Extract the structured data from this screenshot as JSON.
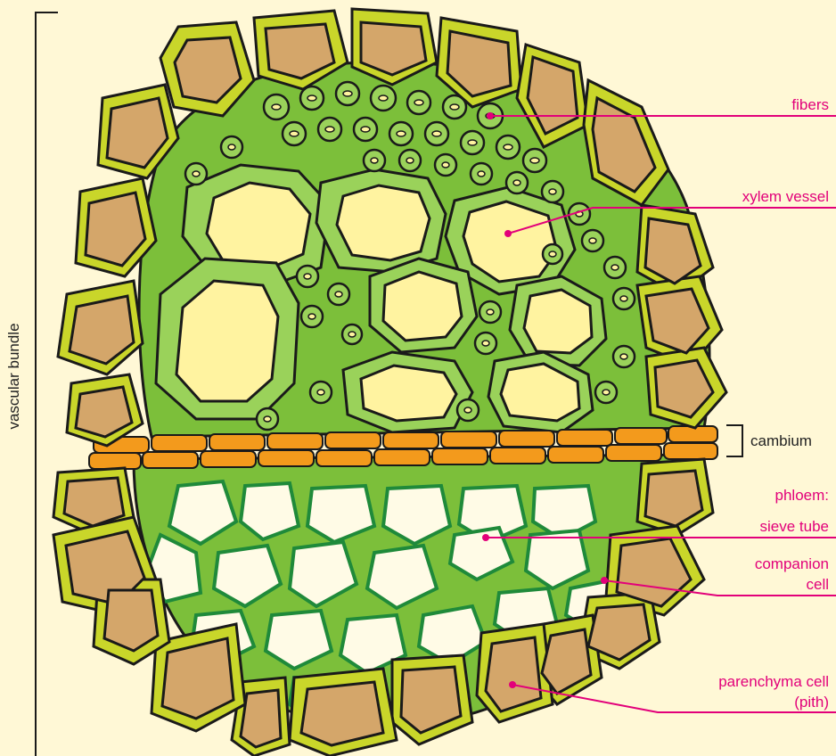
{
  "diagram": {
    "side_label": "vascular bundle",
    "labels": {
      "fibers": "fibers",
      "xylem_vessel": "xylem vessel",
      "cambium": "cambium",
      "phloem": "phloem:",
      "sieve_tube": "sieve tube",
      "companion_1": "companion",
      "companion_2": "cell",
      "parenchyma_1": "parenchyma cell",
      "parenchyma_2": "(pith)"
    },
    "colors": {
      "background": "#fff8d6",
      "leader_line": "#e2007a",
      "label_text": "#e2007a",
      "cambium_text": "#222222",
      "outline": "#1a1a1a",
      "parenchyma_wall": "#c9d62a",
      "parenchyma_inner": "#e7ef8a",
      "parenchyma_fill": "#d4a66a",
      "xylem_tissue": "#7cbf3a",
      "xylem_wall": "#9ad25a",
      "xylem_lumen": "#fff3a0",
      "cambium_cell": "#f39a1c",
      "phloem_wall": "#1f8a3a",
      "phloem_lumen": "#fffbe6"
    }
  }
}
